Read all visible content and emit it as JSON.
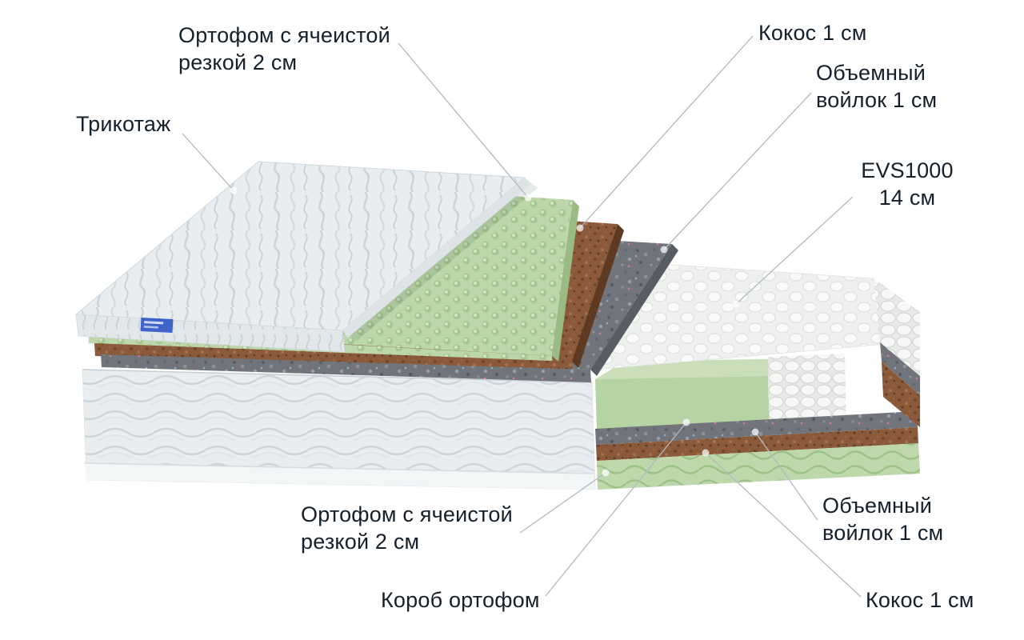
{
  "diagram": {
    "subject": "mattress-layers-exploded-view",
    "background": "#ffffff"
  },
  "labels": {
    "tricot": {
      "text": "Трикотаж"
    },
    "orthofoam_top": {
      "line1": "Ортофом с ячеистой",
      "line2": "резкой 2 см"
    },
    "coconut_top": {
      "text": "Кокос 1 см"
    },
    "felt_top": {
      "line1": "Объемный",
      "line2": "войлок 1 см"
    },
    "evs": {
      "line1": "EVS1000",
      "line2": "14 см"
    },
    "orthofoam_bottom": {
      "line1": "Ортофом с ячеистой",
      "line2": "резкой 2 см"
    },
    "box_foam": {
      "text": "Короб ортофом"
    },
    "felt_bottom": {
      "line1": "Объемный",
      "line2": "войлок 1 см"
    },
    "coconut_bottom": {
      "text": "Кокос 1 см"
    }
  },
  "colors": {
    "text": "#15202b",
    "leader_line": "#b0bac0",
    "knit_cover": "#e9edf0",
    "foam_green": "#bdd7ab",
    "coconut_brown": "#8a5a3b",
    "felt_gray": "#71757b",
    "springs_white": "#f3f4f2",
    "brand_tag_blue": "#3f63c8"
  }
}
